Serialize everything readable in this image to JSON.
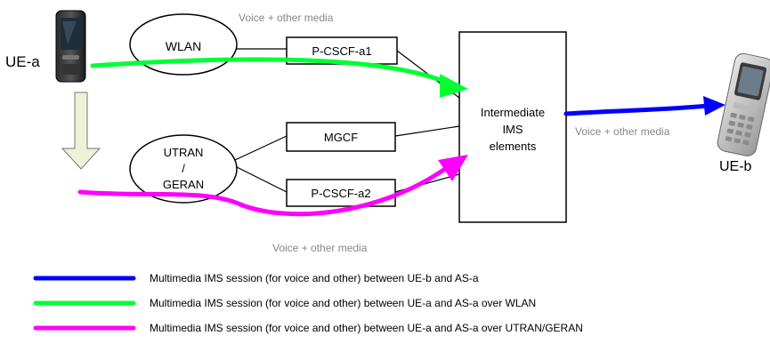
{
  "nodes": {
    "ue_a": "UE-a",
    "ue_b": "UE-b",
    "wlan": "WLAN",
    "utran_line1": "UTRAN",
    "utran_line2": "/",
    "utran_line3": "GERAN",
    "pcscf_a1": "P-CSCF-a1",
    "pcscf_a2": "P-CSCF-a2",
    "mgcf": "MGCF",
    "ims_line1": "Intermediate",
    "ims_line2": "IMS",
    "ims_line3": "elements"
  },
  "media_labels": {
    "top": "Voice + other media",
    "right": "Voice + other media",
    "bottom": "Voice + other media"
  },
  "legend": [
    {
      "color": "#0000ff",
      "label": "Multimedia IMS session (for voice and other) between UE-b and AS-a"
    },
    {
      "color": "#00ff33",
      "label": "Multimedia IMS session (for voice and other) between UE-a and AS-a over WLAN"
    },
    {
      "color": "#ff00ff",
      "label": "Multimedia IMS session (for voice and other) between UE-a and AS-a over UTRAN/GERAN"
    }
  ],
  "colors": {
    "session_ueb": "#0000ff",
    "session_wlan": "#00ff33",
    "session_utran": "#ff00ff",
    "handover_arrow": "#eef2d6"
  }
}
